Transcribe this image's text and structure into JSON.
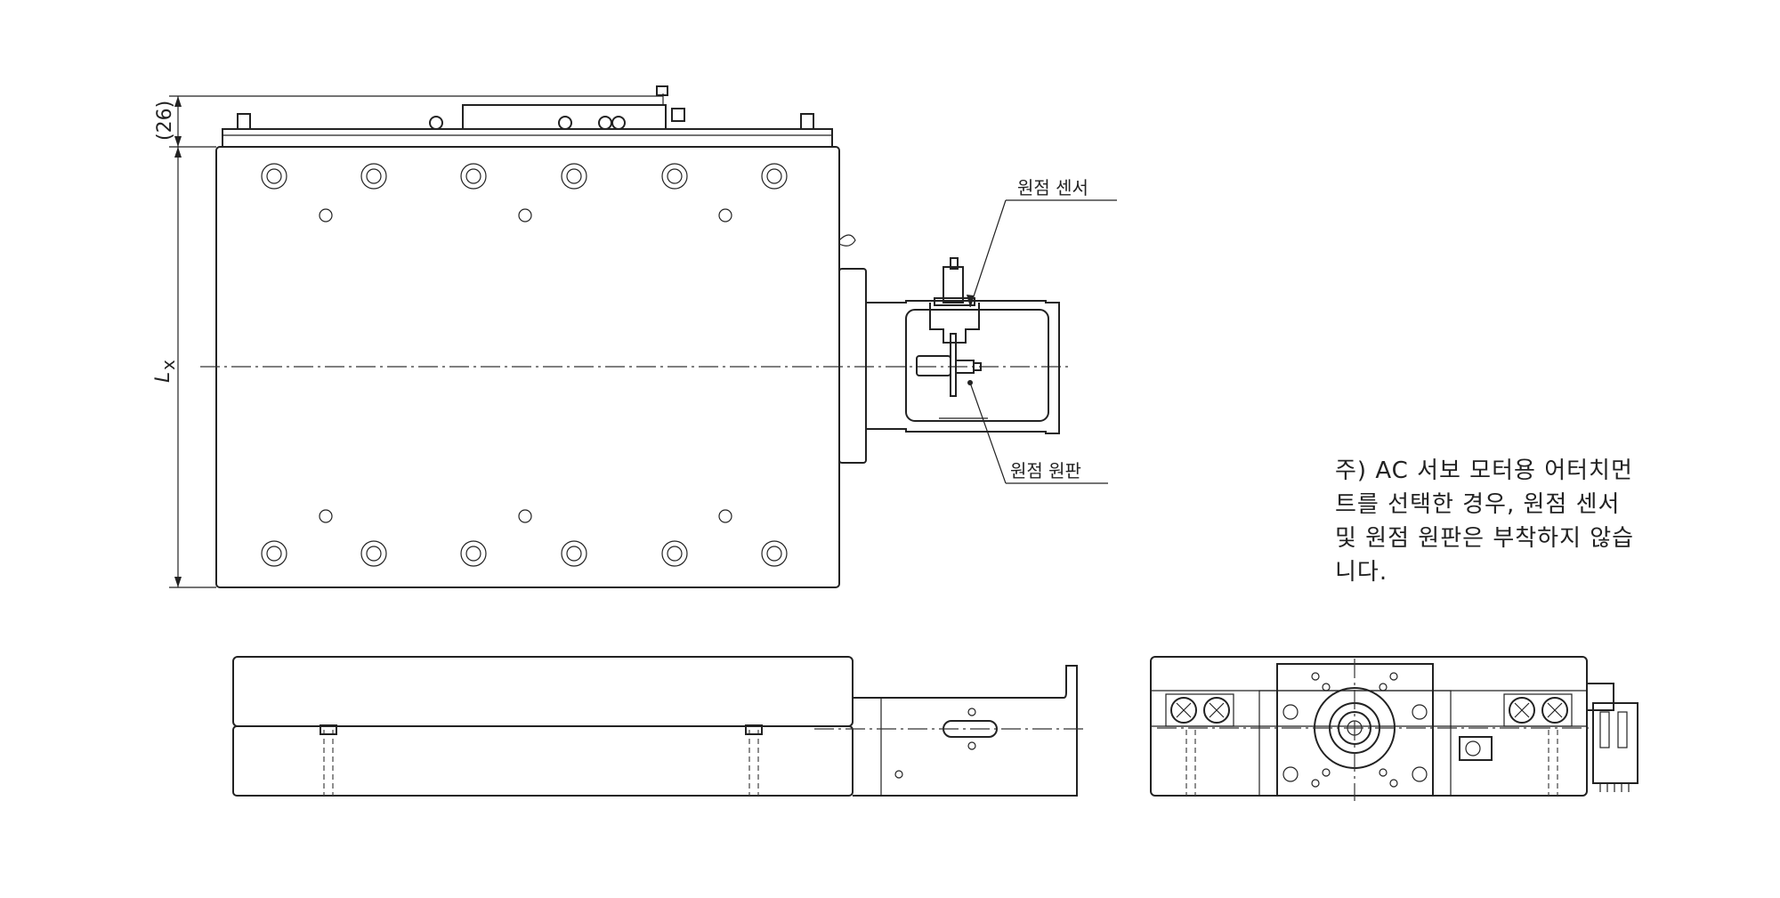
{
  "labels": {
    "dim_26": "(26)",
    "dim_lx_main": "L",
    "dim_lx_sub": "x",
    "origin_sensor": "원점 센서",
    "origin_disk": "원점 원판"
  },
  "note": {
    "lines": [
      "주) AC 서보 모터용 어터치먼",
      "트를 선택한 경우, 원점 센서",
      "및 원점 원판은 부착하지 않습",
      "니다."
    ]
  }
}
